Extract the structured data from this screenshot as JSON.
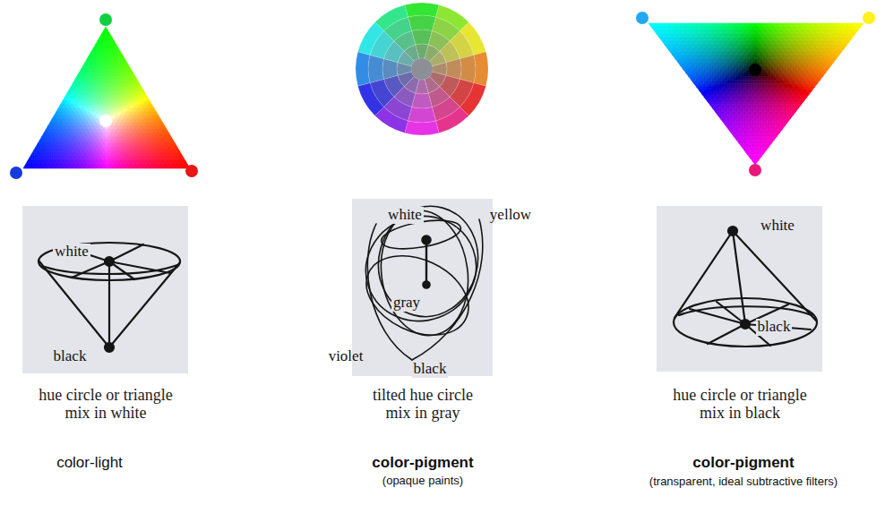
{
  "diagram": {
    "labels": [
      "white",
      "black",
      "white",
      "yellow",
      "gray",
      "violet",
      "black",
      "white",
      "black",
      "hue circle or triangle mix in white",
      "tilted hue circle mix in gray",
      "hue circle or triangle mix in black",
      "color-light",
      "color-pigment",
      "(opaque paints)",
      "color-pigment",
      "(transparent, ideal subtractive filters)"
    ]
  }
}
